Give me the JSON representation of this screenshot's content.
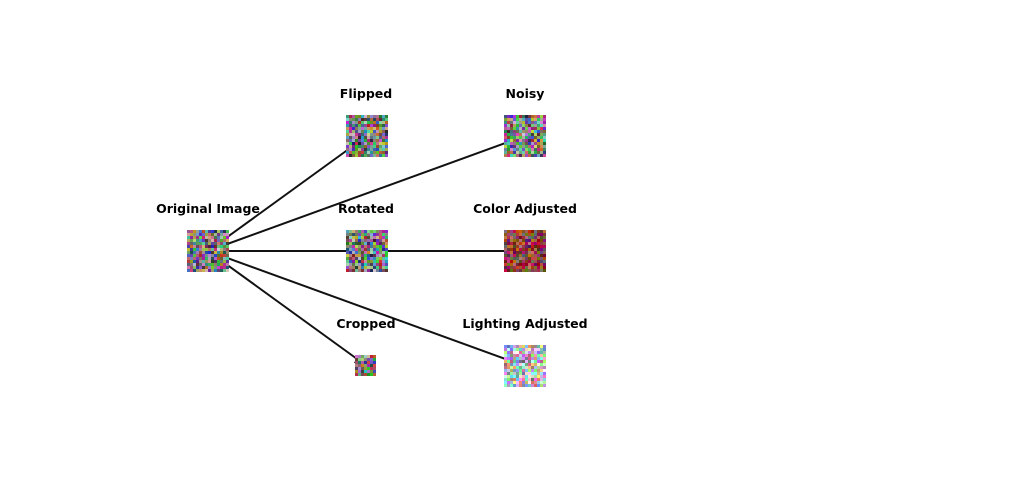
{
  "nodes": {
    "original": {
      "title": "Original Image",
      "tint": "#7a7a7a"
    },
    "flipped": {
      "title": "Flipped",
      "tint": "#7a7a7a"
    },
    "noisy": {
      "title": "Noisy",
      "tint": "#808080"
    },
    "rotated": {
      "title": "Rotated",
      "tint": "#7a7a7a"
    },
    "color": {
      "title": "Color Adjusted",
      "tint": "#8a3b42"
    },
    "cropped": {
      "title": "Cropped",
      "tint": "#7a7a7a"
    },
    "lighting": {
      "title": "Lighting Adjusted",
      "tint": "#b5b5b5"
    }
  },
  "colors": {
    "arrow": "#111111",
    "background": "#ffffff"
  }
}
